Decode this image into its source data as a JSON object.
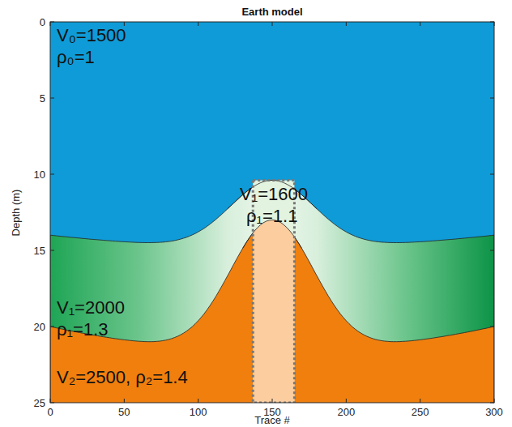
{
  "diagram": {
    "title": "Earth model",
    "nodes": [
      {
        "text": [
          "V₀=1500",
          "ρ₀=1"
        ]
      },
      {
        "text": [
          "V₁=1600",
          "ρ₁=1.1"
        ]
      },
      {
        "text": [
          "V₁=2000",
          "ρ₁=1.3"
        ]
      },
      {
        "text": [
          "V₂=2500, ρ₂=1.4"
        ]
      }
    ],
    "labels": [
      "0",
      "5",
      "10",
      "15",
      "20",
      "25",
      "0",
      "50",
      "100",
      "150",
      "200",
      "250",
      "300",
      "Depth (m)",
      "Trace #"
    ]
  }
}
